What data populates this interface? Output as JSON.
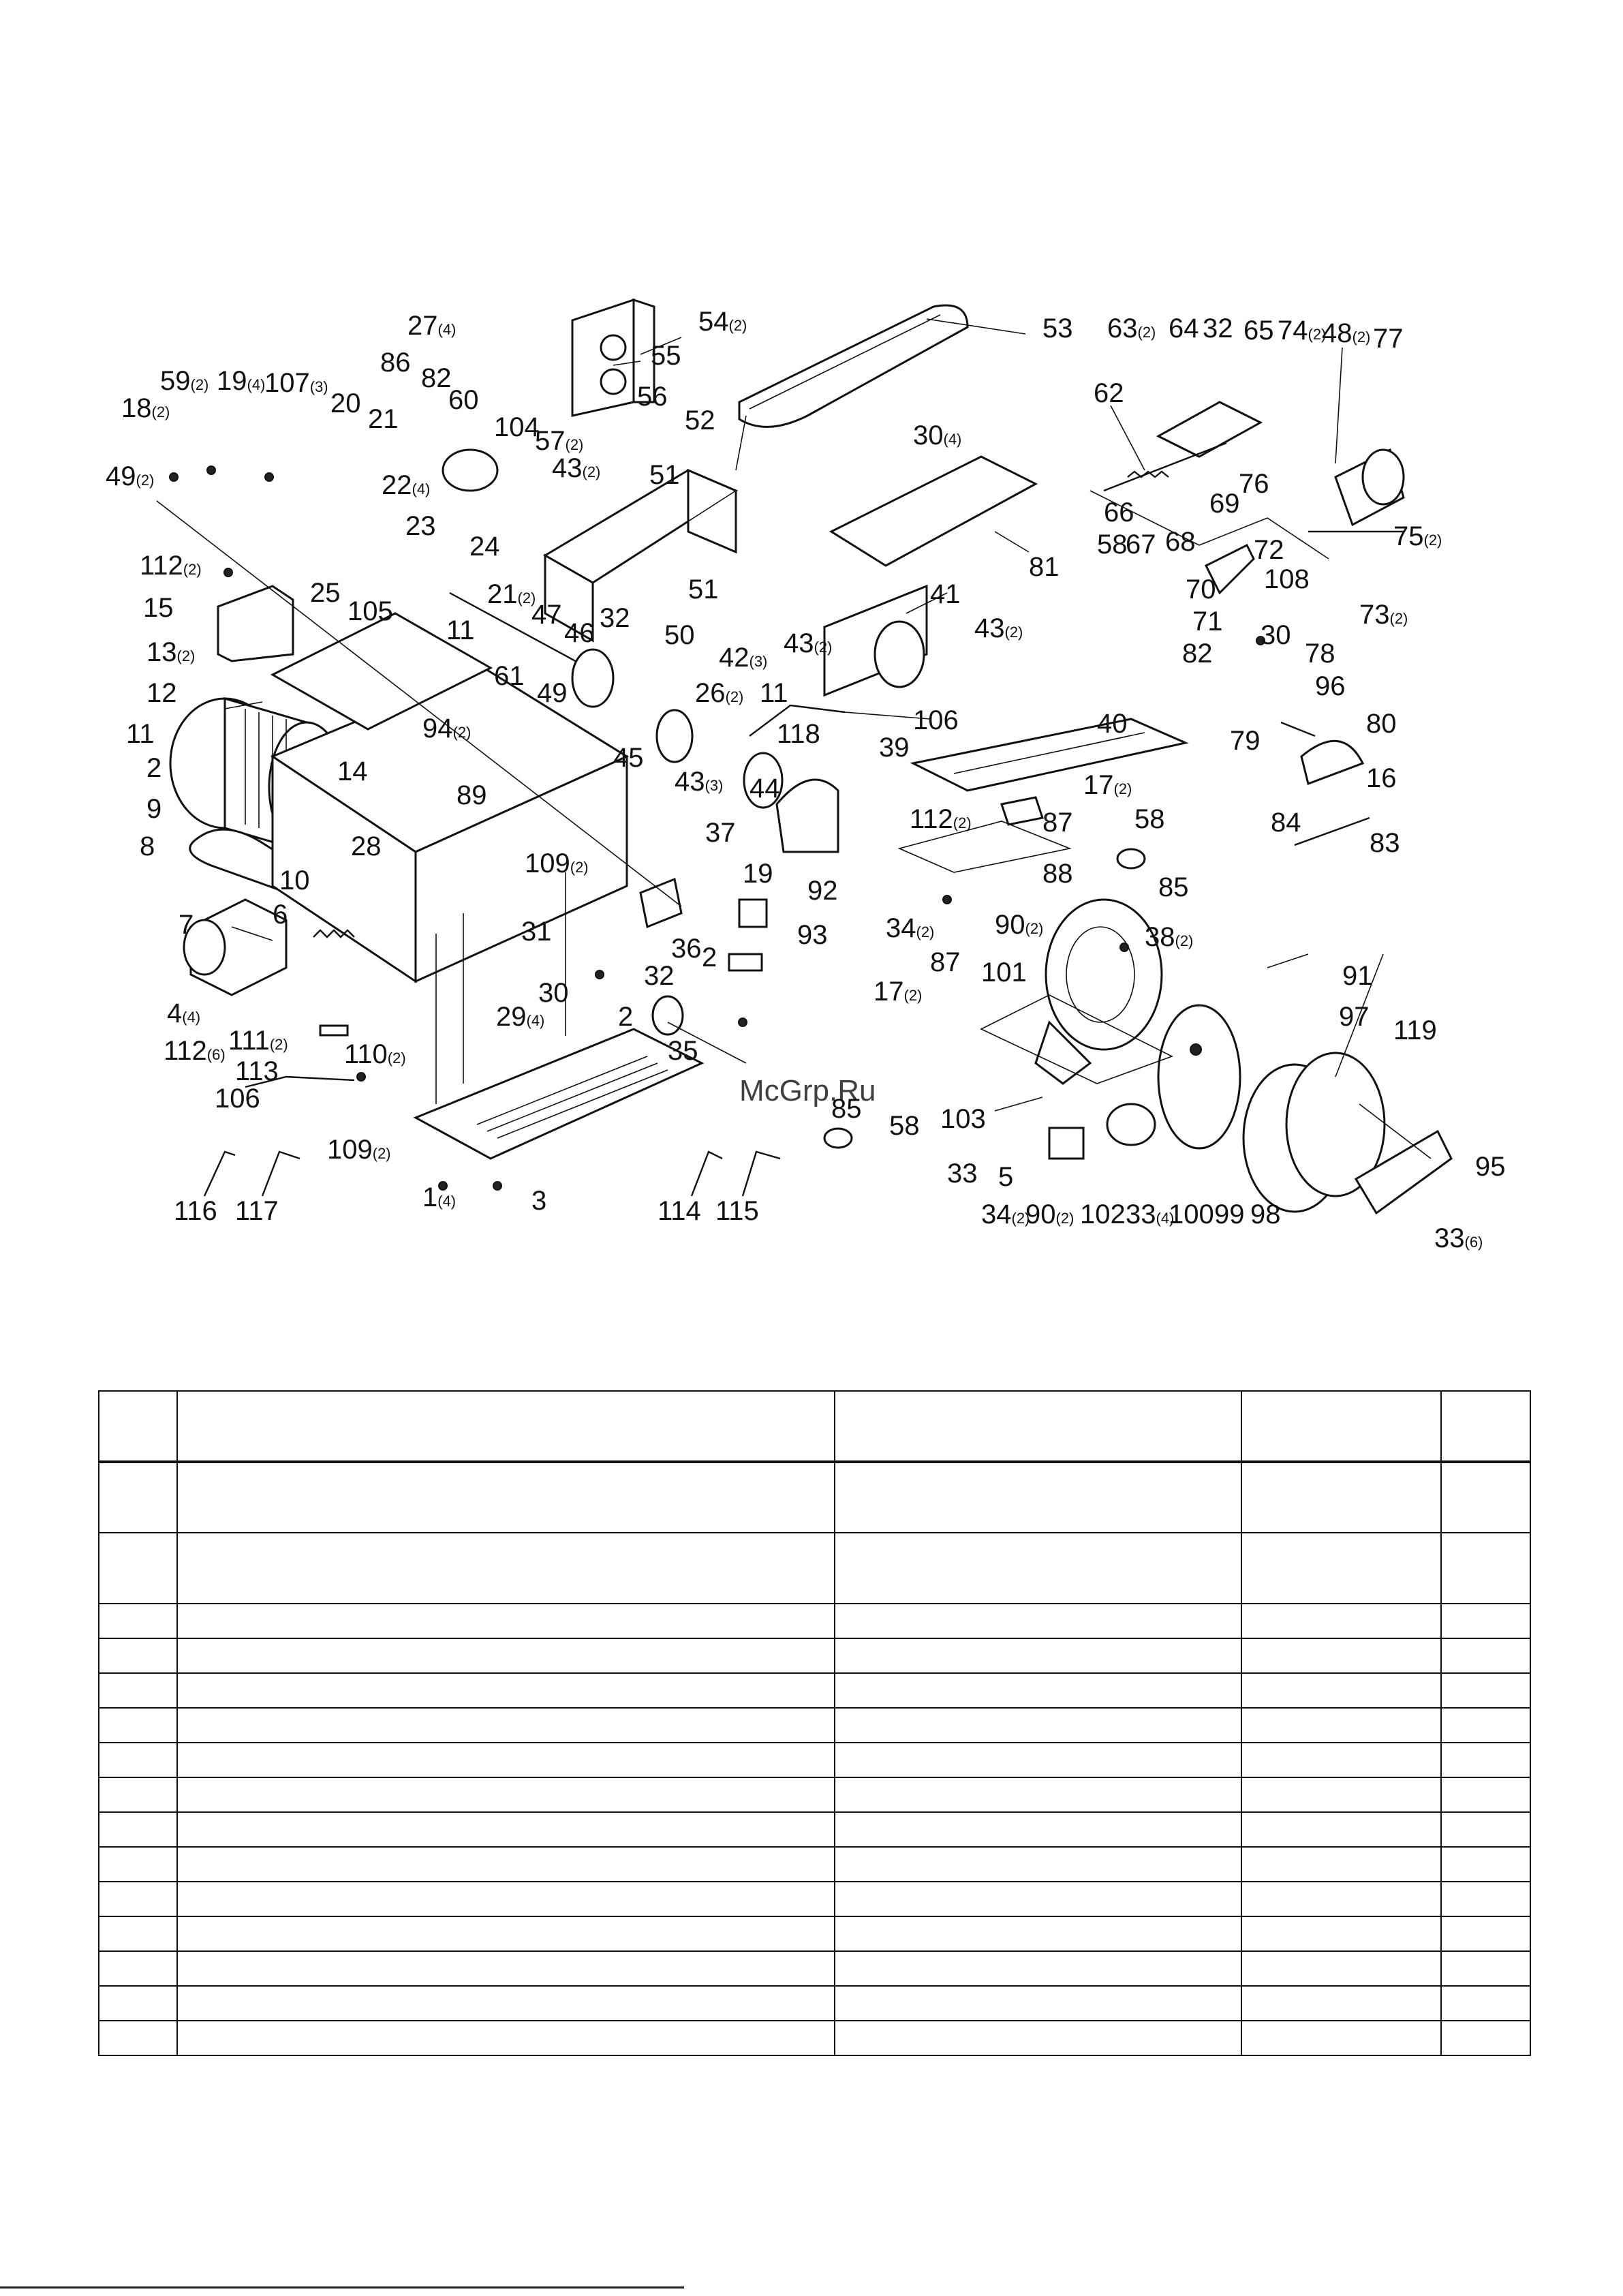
{
  "watermark": "McGrp.Ru",
  "callouts": [
    {
      "id": "c27",
      "num": "27",
      "qty": "(4)"
    },
    {
      "id": "c54",
      "num": "54",
      "qty": "(2)"
    },
    {
      "id": "c55",
      "num": "55",
      "qty": ""
    },
    {
      "id": "c53",
      "num": "53",
      "qty": ""
    },
    {
      "id": "c63",
      "num": "63",
      "qty": "(2)"
    },
    {
      "id": "c64",
      "num": "64",
      "qty": ""
    },
    {
      "id": "c32a",
      "num": "32",
      "qty": ""
    },
    {
      "id": "c65",
      "num": "65",
      "qty": ""
    },
    {
      "id": "c74",
      "num": "74",
      "qty": "(2)"
    },
    {
      "id": "c48",
      "num": "48",
      "qty": "(2)"
    },
    {
      "id": "c77",
      "num": "77",
      "qty": ""
    },
    {
      "id": "c59",
      "num": "59",
      "qty": "(2)"
    },
    {
      "id": "c19a",
      "num": "19",
      "qty": "(4)"
    },
    {
      "id": "c107",
      "num": "107",
      "qty": "(3)"
    },
    {
      "id": "c20",
      "num": "20",
      "qty": ""
    },
    {
      "id": "c86",
      "num": "86",
      "qty": ""
    },
    {
      "id": "c82a",
      "num": "82",
      "qty": ""
    },
    {
      "id": "c60",
      "num": "60",
      "qty": ""
    },
    {
      "id": "c56",
      "num": "56",
      "qty": ""
    },
    {
      "id": "c18",
      "num": "18",
      "qty": "(2)"
    },
    {
      "id": "c21a",
      "num": "21",
      "qty": ""
    },
    {
      "id": "c104",
      "num": "104",
      "qty": ""
    },
    {
      "id": "c57",
      "num": "57",
      "qty": "(2)"
    },
    {
      "id": "c52",
      "num": "52",
      "qty": ""
    },
    {
      "id": "c30a",
      "num": "30",
      "qty": "(4)"
    },
    {
      "id": "c62",
      "num": "62",
      "qty": ""
    },
    {
      "id": "c49a",
      "num": "49",
      "qty": "(2)"
    },
    {
      "id": "c43a",
      "num": "43",
      "qty": "(2)"
    },
    {
      "id": "c51a",
      "num": "51",
      "qty": ""
    },
    {
      "id": "c22",
      "num": "22",
      "qty": "(4)"
    },
    {
      "id": "c23",
      "num": "23",
      "qty": ""
    },
    {
      "id": "c66",
      "num": "66",
      "qty": ""
    },
    {
      "id": "c69",
      "num": "69",
      "qty": ""
    },
    {
      "id": "c76",
      "num": "76",
      "qty": ""
    },
    {
      "id": "c58a",
      "num": "58",
      "qty": ""
    },
    {
      "id": "c67",
      "num": "67",
      "qty": ""
    },
    {
      "id": "c68",
      "num": "68",
      "qty": ""
    },
    {
      "id": "c81",
      "num": "81",
      "qty": ""
    },
    {
      "id": "c112a",
      "num": "112",
      "qty": "(2)"
    },
    {
      "id": "c24",
      "num": "24",
      "qty": ""
    },
    {
      "id": "c72",
      "num": "72",
      "qty": ""
    },
    {
      "id": "c75",
      "num": "75",
      "qty": "(2)"
    },
    {
      "id": "c70",
      "num": "70",
      "qty": ""
    },
    {
      "id": "c108",
      "num": "108",
      "qty": ""
    },
    {
      "id": "c15",
      "num": "15",
      "qty": ""
    },
    {
      "id": "c25",
      "num": "25",
      "qty": ""
    },
    {
      "id": "c51b",
      "num": "51",
      "qty": ""
    },
    {
      "id": "c41",
      "num": "41",
      "qty": ""
    },
    {
      "id": "c71",
      "num": "71",
      "qty": ""
    },
    {
      "id": "c73",
      "num": "73",
      "qty": "(2)"
    },
    {
      "id": "c105",
      "num": "105",
      "qty": ""
    },
    {
      "id": "c21b",
      "num": "21",
      "qty": "(2)"
    },
    {
      "id": "c47",
      "num": "47",
      "qty": ""
    },
    {
      "id": "c32b",
      "num": "32",
      "qty": ""
    },
    {
      "id": "c46",
      "num": "46",
      "qty": ""
    },
    {
      "id": "c11a",
      "num": "11",
      "qty": ""
    },
    {
      "id": "c50",
      "num": "50",
      "qty": ""
    },
    {
      "id": "c43b",
      "num": "43",
      "qty": "(2)"
    },
    {
      "id": "c43c",
      "num": "43",
      "qty": "(2)"
    },
    {
      "id": "c82b",
      "num": "82",
      "qty": ""
    },
    {
      "id": "c30b",
      "num": "30",
      "qty": ""
    },
    {
      "id": "c13",
      "num": "13",
      "qty": "(2)"
    },
    {
      "id": "c42",
      "num": "42",
      "qty": "(3)"
    },
    {
      "id": "c61",
      "num": "61",
      "qty": ""
    },
    {
      "id": "c49b",
      "num": "49",
      "qty": ""
    },
    {
      "id": "c26",
      "num": "26",
      "qty": "(2)"
    },
    {
      "id": "c78",
      "num": "78",
      "qty": ""
    },
    {
      "id": "c12",
      "num": "12",
      "qty": ""
    },
    {
      "id": "c11b",
      "num": "11",
      "qty": ""
    },
    {
      "id": "c96",
      "num": "96",
      "qty": ""
    },
    {
      "id": "c106a",
      "num": "106",
      "qty": ""
    },
    {
      "id": "c94",
      "num": "94",
      "qty": "(2)"
    },
    {
      "id": "c11c",
      "num": "11",
      "qty": ""
    },
    {
      "id": "c118",
      "num": "118",
      "qty": ""
    },
    {
      "id": "c40",
      "num": "40",
      "qty": ""
    },
    {
      "id": "c79",
      "num": "79",
      "qty": ""
    },
    {
      "id": "c80",
      "num": "80",
      "qty": ""
    },
    {
      "id": "c45",
      "num": "45",
      "qty": ""
    },
    {
      "id": "c39",
      "num": "39",
      "qty": ""
    },
    {
      "id": "c16",
      "num": "16",
      "qty": ""
    },
    {
      "id": "c14",
      "num": "14",
      "qty": ""
    },
    {
      "id": "c2a",
      "num": "2",
      "qty": ""
    },
    {
      "id": "c43d",
      "num": "43",
      "qty": "(3)"
    },
    {
      "id": "c44",
      "num": "44",
      "qty": ""
    },
    {
      "id": "c17a",
      "num": "17",
      "qty": "(2)"
    },
    {
      "id": "c89",
      "num": "89",
      "qty": ""
    },
    {
      "id": "c9",
      "num": "9",
      "qty": ""
    },
    {
      "id": "c87a",
      "num": "87",
      "qty": ""
    },
    {
      "id": "c112b",
      "num": "112",
      "qty": "(2)"
    },
    {
      "id": "c84",
      "num": "84",
      "qty": ""
    },
    {
      "id": "c83",
      "num": "83",
      "qty": ""
    },
    {
      "id": "c8",
      "num": "8",
      "qty": ""
    },
    {
      "id": "c28",
      "num": "28",
      "qty": ""
    },
    {
      "id": "c37",
      "num": "37",
      "qty": ""
    },
    {
      "id": "c58b",
      "num": "58",
      "qty": ""
    },
    {
      "id": "c109a",
      "num": "109",
      "qty": "(2)"
    },
    {
      "id": "c19b",
      "num": "19",
      "qty": ""
    },
    {
      "id": "c88",
      "num": "88",
      "qty": ""
    },
    {
      "id": "c10",
      "num": "10",
      "qty": ""
    },
    {
      "id": "c85a",
      "num": "85",
      "qty": ""
    },
    {
      "id": "c92",
      "num": "92",
      "qty": ""
    },
    {
      "id": "c6",
      "num": "6",
      "qty": ""
    },
    {
      "id": "c34a",
      "num": "34",
      "qty": "(2)"
    },
    {
      "id": "c90a",
      "num": "90",
      "qty": "(2)"
    },
    {
      "id": "c38",
      "num": "38",
      "qty": "(2)"
    },
    {
      "id": "c7",
      "num": "7",
      "qty": ""
    },
    {
      "id": "c36",
      "num": "36",
      "qty": ""
    },
    {
      "id": "c2b",
      "num": "2",
      "qty": ""
    },
    {
      "id": "c93",
      "num": "93",
      "qty": ""
    },
    {
      "id": "c31",
      "num": "31",
      "qty": ""
    },
    {
      "id": "c29",
      "num": "29",
      "qty": "(4)"
    },
    {
      "id": "c101",
      "num": "101",
      "qty": ""
    },
    {
      "id": "c91",
      "num": "91",
      "qty": ""
    },
    {
      "id": "c17b",
      "num": "17",
      "qty": "(2)"
    },
    {
      "id": "c87b",
      "num": "87",
      "qty": ""
    },
    {
      "id": "c4",
      "num": "4",
      "qty": "(4)"
    },
    {
      "id": "c30c",
      "num": "30",
      "qty": ""
    },
    {
      "id": "c32c",
      "num": "32",
      "qty": ""
    },
    {
      "id": "c112c",
      "num": "112",
      "qty": "(6)"
    },
    {
      "id": "c2c",
      "num": "2",
      "qty": ""
    },
    {
      "id": "c97",
      "num": "97",
      "qty": ""
    },
    {
      "id": "c119",
      "num": "119",
      "qty": ""
    },
    {
      "id": "c111",
      "num": "111",
      "qty": "(2)"
    },
    {
      "id": "c35",
      "num": "35",
      "qty": ""
    },
    {
      "id": "c113",
      "num": "113",
      "qty": ""
    },
    {
      "id": "c110",
      "num": "110",
      "qty": "(2)"
    },
    {
      "id": "c106b",
      "num": "106",
      "qty": ""
    },
    {
      "id": "c103",
      "num": "103",
      "qty": ""
    },
    {
      "id": "c109b",
      "num": "109",
      "qty": "(2)"
    },
    {
      "id": "c58c",
      "num": "58",
      "qty": ""
    },
    {
      "id": "c33a",
      "num": "33",
      "qty": ""
    },
    {
      "id": "c85b",
      "num": "85",
      "qty": ""
    },
    {
      "id": "c95",
      "num": "95",
      "qty": ""
    },
    {
      "id": "c5",
      "num": "5",
      "qty": ""
    },
    {
      "id": "c116",
      "num": "116",
      "qty": ""
    },
    {
      "id": "c117",
      "num": "117",
      "qty": ""
    },
    {
      "id": "c1",
      "num": "1",
      "qty": "(4)"
    },
    {
      "id": "c3",
      "num": "3",
      "qty": ""
    },
    {
      "id": "c114",
      "num": "114",
      "qty": ""
    },
    {
      "id": "c115",
      "num": "115",
      "qty": ""
    },
    {
      "id": "c34b",
      "num": "34",
      "qty": "(2)"
    },
    {
      "id": "c90b",
      "num": "90",
      "qty": "(2)"
    },
    {
      "id": "c102",
      "num": "102",
      "qty": ""
    },
    {
      "id": "c33b",
      "num": "33",
      "qty": "(4)"
    },
    {
      "id": "c100",
      "num": "100",
      "qty": ""
    },
    {
      "id": "c99",
      "num": "99",
      "qty": ""
    },
    {
      "id": "c98",
      "num": "98",
      "qty": ""
    },
    {
      "id": "c33c",
      "num": "33",
      "qty": "(6)"
    }
  ],
  "parts_table": {
    "headers": [
      "",
      "",
      "",
      "",
      ""
    ],
    "rows": [
      [
        "",
        "",
        "",
        "",
        ""
      ],
      [
        "",
        "",
        "",
        "",
        ""
      ],
      [
        "",
        "",
        "",
        "",
        ""
      ],
      [
        "",
        "",
        "",
        "",
        ""
      ],
      [
        "",
        "",
        "",
        "",
        ""
      ],
      [
        "",
        "",
        "",
        "",
        ""
      ],
      [
        "",
        "",
        "",
        "",
        ""
      ],
      [
        "",
        "",
        "",
        "",
        ""
      ],
      [
        "",
        "",
        "",
        "",
        ""
      ],
      [
        "",
        "",
        "",
        "",
        ""
      ],
      [
        "",
        "",
        "",
        "",
        ""
      ],
      [
        "",
        "",
        "",
        "",
        ""
      ],
      [
        "",
        "",
        "",
        "",
        ""
      ],
      [
        "",
        "",
        "",
        "",
        ""
      ],
      [
        "",
        "",
        "",
        "",
        ""
      ]
    ]
  }
}
